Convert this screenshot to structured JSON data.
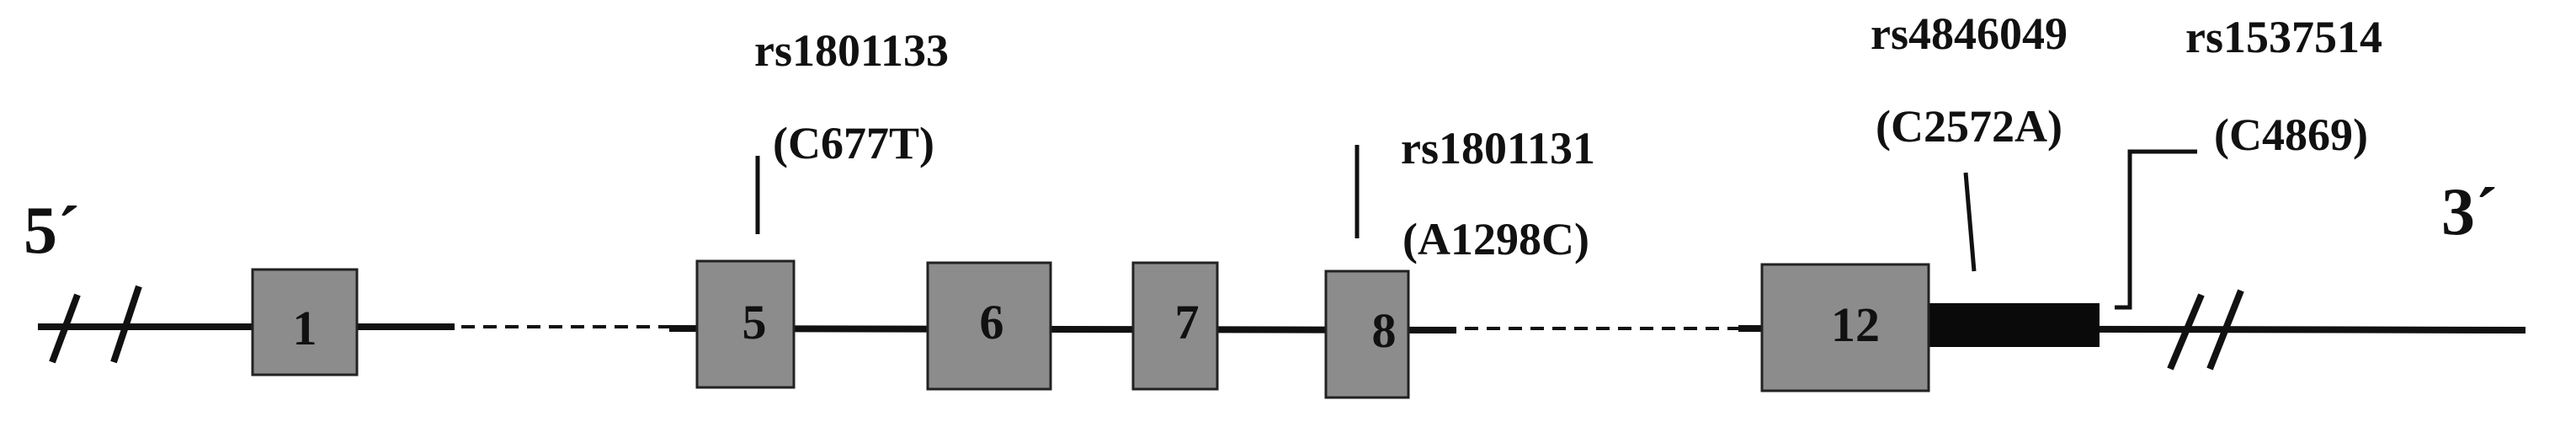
{
  "gene": {
    "five_prime": "5´",
    "three_prime": "3´"
  },
  "exons": [
    {
      "id": "exon-1",
      "label": "1"
    },
    {
      "id": "exon-5",
      "label": "5"
    },
    {
      "id": "exon-6",
      "label": "6"
    },
    {
      "id": "exon-7",
      "label": "7"
    },
    {
      "id": "exon-8",
      "label": "8"
    },
    {
      "id": "exon-12",
      "label": "12"
    }
  ],
  "snps": [
    {
      "rsid": "rs1801133",
      "change": "(C677T)"
    },
    {
      "rsid": "rs1801131",
      "change": "(A1298C)"
    },
    {
      "rsid": "rs4846049",
      "change": "(C2572A)"
    },
    {
      "rsid": "rs1537514",
      "change": "(C4869)"
    }
  ],
  "colors": {
    "exon_fill": "#8c8c8c",
    "line": "#111111",
    "utr": "#0a0a0a"
  }
}
